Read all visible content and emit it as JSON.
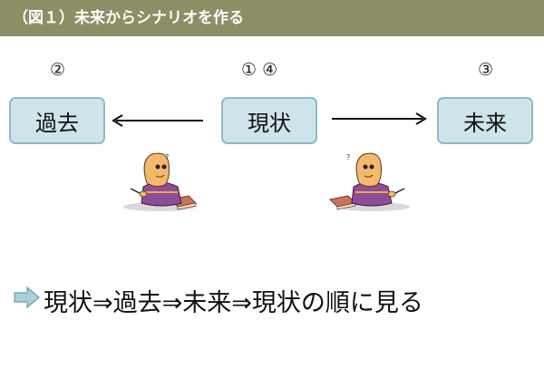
{
  "title": "（図１）未来からシナリオを作る",
  "labels": {
    "left_number": "②",
    "center_numbers": "①  ④",
    "right_number": "③"
  },
  "boxes": {
    "past": "過去",
    "present": "現状",
    "future": "未来"
  },
  "summary": "現状⇒過去⇒未来⇒現状の順に見る",
  "icons": [
    "thinking-person-icon",
    "arrow-right-icon",
    "arrow-left-icon"
  ],
  "colors": {
    "title_bar": "#8c8e65",
    "box_fill": "#cfe4ea",
    "box_border": "#8fb9c6",
    "summary_arrow": "#a9cfdb"
  }
}
